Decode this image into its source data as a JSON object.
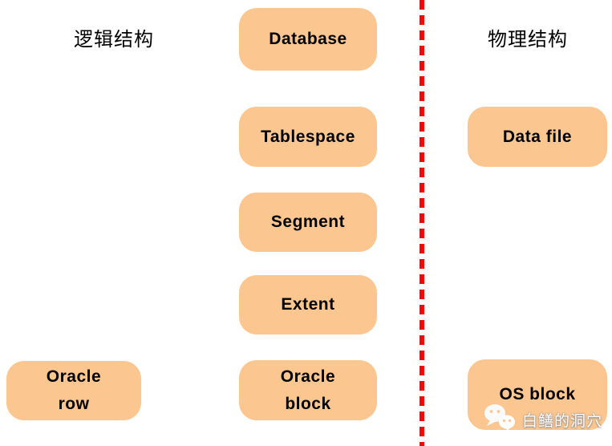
{
  "labels": {
    "left_zone": "逻辑结构",
    "right_zone": "物理结构"
  },
  "nodes": {
    "database": {
      "label": "Database"
    },
    "tablespace": {
      "label": "Tablespace"
    },
    "segment": {
      "label": "Segment"
    },
    "extent": {
      "label": "Extent"
    },
    "oracle_block": {
      "line1": "Oracle",
      "line2": "block"
    },
    "oracle_row": {
      "line1": "Oracle",
      "line2": "row"
    },
    "data_file": {
      "label": "Data file"
    },
    "os_block": {
      "label": "OS block"
    }
  },
  "watermark": {
    "icon": "wechat-icon",
    "text": "白鳝的洞穴"
  },
  "colors": {
    "background": "#FFFFFF",
    "box_fill": "#FBC68F",
    "divider_red": "#FF0000",
    "node_text": "#000000",
    "zone_label_text": "#000000",
    "watermark_text": "#FFFFFF"
  }
}
